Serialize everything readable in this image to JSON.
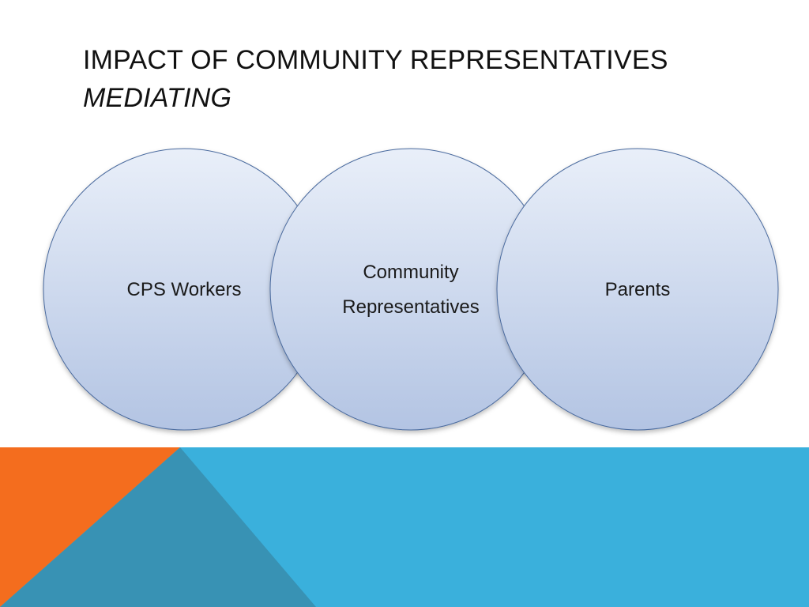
{
  "title": {
    "line1": "Impact of Community Representatives",
    "line2": "Mediating"
  },
  "diagram": {
    "circles": [
      {
        "label_lines": [
          "CPS Workers"
        ]
      },
      {
        "label_lines": [
          "Community",
          "Representatives"
        ]
      },
      {
        "label_lines": [
          "Parents"
        ]
      }
    ]
  },
  "colors": {
    "circle_top": "#e9eff9",
    "circle_bottom": "#b3c4e3",
    "circle_stroke": "#4a6a9e",
    "band_blue": "#3ab0dc",
    "band_orange": "#f46d1e",
    "band_teal": "#3892b4"
  }
}
